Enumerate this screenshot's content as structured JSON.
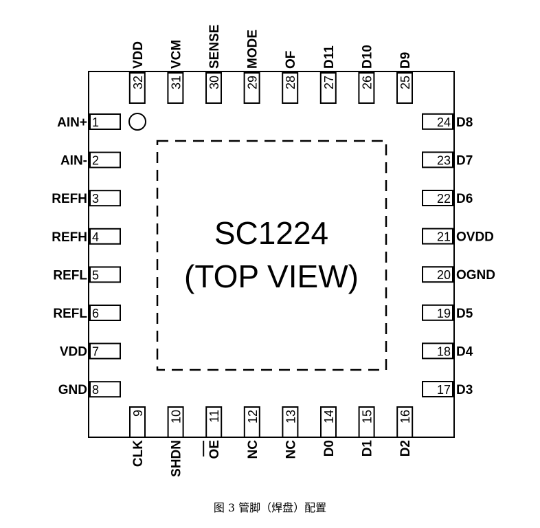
{
  "chip": {
    "name": "SC1224",
    "view": "(TOP VIEW)"
  },
  "caption": "图 3 管脚（焊盘）配置",
  "pins": {
    "left": [
      {
        "num": "1",
        "name": "AIN+"
      },
      {
        "num": "2",
        "name": "AIN-"
      },
      {
        "num": "3",
        "name": "REFH"
      },
      {
        "num": "4",
        "name": "REFH"
      },
      {
        "num": "5",
        "name": "REFL"
      },
      {
        "num": "6",
        "name": "REFL"
      },
      {
        "num": "7",
        "name": "VDD"
      },
      {
        "num": "8",
        "name": "GND"
      }
    ],
    "bottom": [
      {
        "num": "9",
        "name": "CLK"
      },
      {
        "num": "10",
        "name": "SHDN"
      },
      {
        "num": "11",
        "name": "OE"
      },
      {
        "num": "12",
        "name": "NC"
      },
      {
        "num": "13",
        "name": "NC"
      },
      {
        "num": "14",
        "name": "D0"
      },
      {
        "num": "15",
        "name": "D1"
      },
      {
        "num": "16",
        "name": "D2"
      }
    ],
    "right": [
      {
        "num": "17",
        "name": "D3"
      },
      {
        "num": "18",
        "name": "D4"
      },
      {
        "num": "19",
        "name": "D5"
      },
      {
        "num": "20",
        "name": "OGND"
      },
      {
        "num": "21",
        "name": "OVDD"
      },
      {
        "num": "22",
        "name": "D6"
      },
      {
        "num": "23",
        "name": "D7"
      },
      {
        "num": "24",
        "name": "D8"
      }
    ],
    "top": [
      {
        "num": "25",
        "name": "D9"
      },
      {
        "num": "26",
        "name": "D10"
      },
      {
        "num": "27",
        "name": "D11"
      },
      {
        "num": "28",
        "name": "OF"
      },
      {
        "num": "29",
        "name": "MODE"
      },
      {
        "num": "30",
        "name": "SENSE"
      },
      {
        "num": "31",
        "name": "VCM"
      },
      {
        "num": "32",
        "name": "VDD"
      }
    ]
  }
}
